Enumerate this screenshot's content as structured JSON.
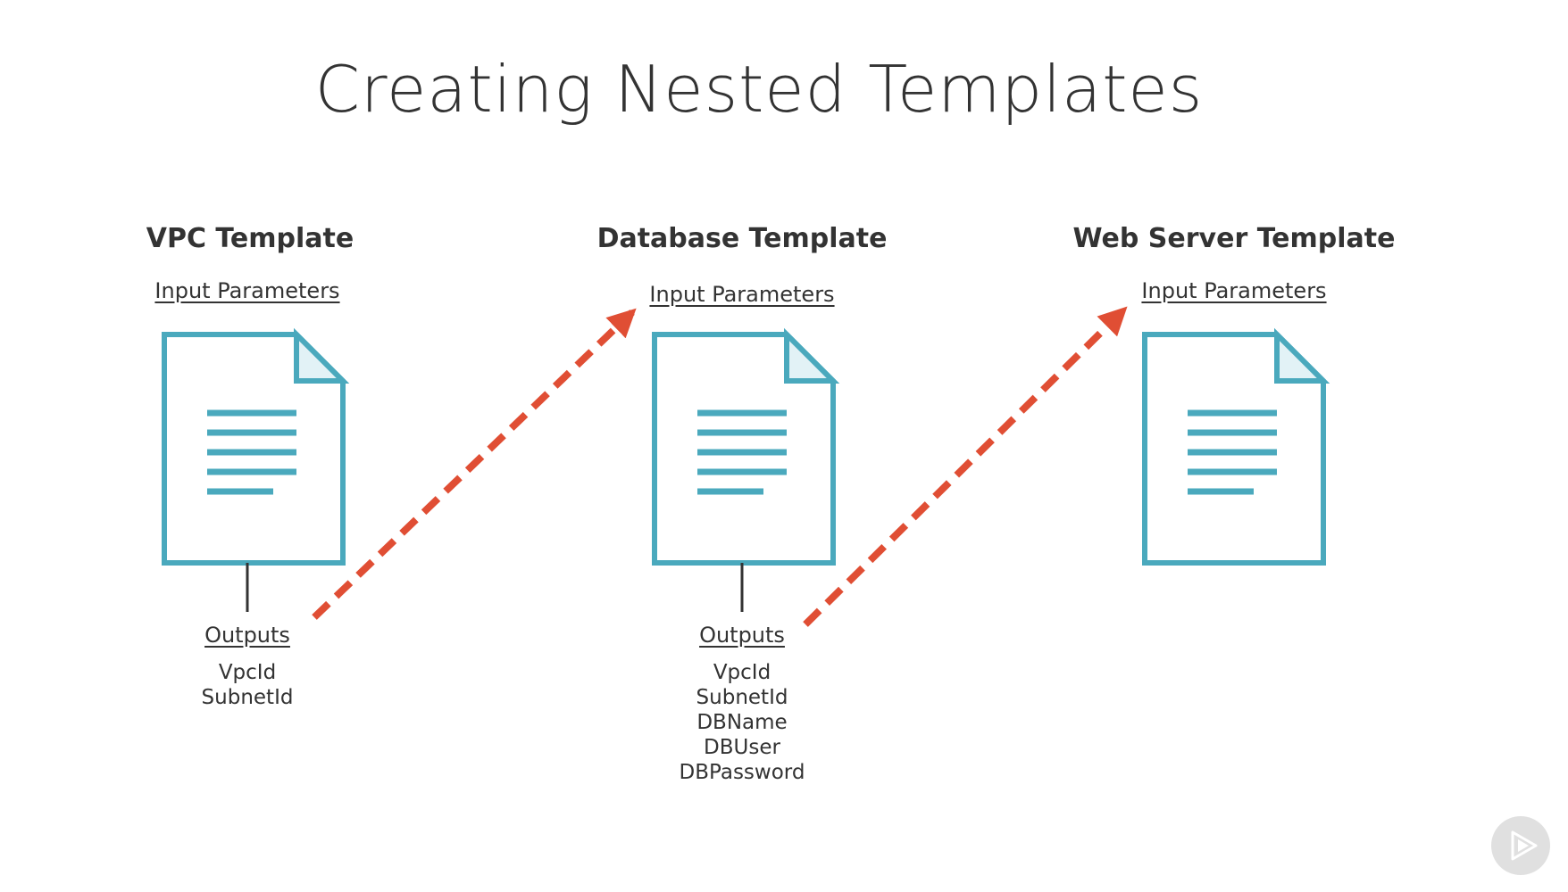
{
  "slide": {
    "title": "Creating Nested Templates"
  },
  "templates": [
    {
      "title": "VPC Template",
      "input_label": "Input Parameters",
      "outputs_label": "Outputs",
      "outputs": [
        "VpcId",
        "SubnetId"
      ]
    },
    {
      "title": "Database Template",
      "input_label": "Input Parameters",
      "outputs_label": "Outputs",
      "outputs": [
        "VpcId",
        "SubnetId",
        "DBName",
        "DBUser",
        "DBPassword"
      ]
    },
    {
      "title": "Web Server Template",
      "input_label": "Input Parameters"
    }
  ],
  "icons": {
    "document": "document-icon",
    "play": "play-logo-icon"
  },
  "colors": {
    "document_stroke": "#4aa9bd",
    "document_corner": "#e2f2f6",
    "arrow": "#e04e34",
    "connector": "#333333",
    "text": "#333333"
  }
}
